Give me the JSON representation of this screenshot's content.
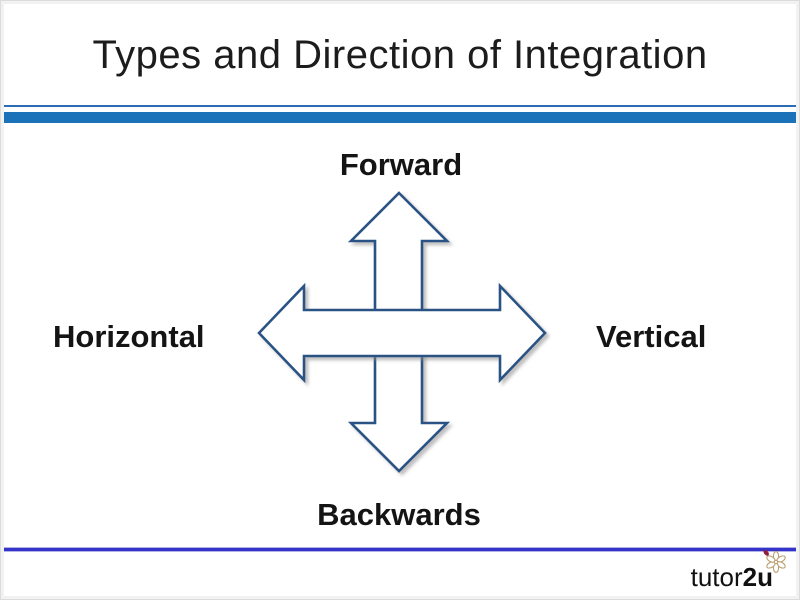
{
  "slide": {
    "title": "Types and Direction of Integration"
  },
  "diagram": {
    "type": "four-way-arrow",
    "labels": {
      "up": "Forward",
      "down": "Backwards",
      "left": "Horizontal",
      "right": "Vertical"
    }
  },
  "footer": {
    "logo": {
      "brand": "tutor",
      "brand_suffix": "2u"
    }
  },
  "colors": {
    "header_accent_line": "#2b6cb4",
    "header_accent_bar": "#1b72b8",
    "footer_line": "#3434cb",
    "arrow_outline": "#2c5385",
    "arrow_fill": "#ffffff",
    "title_text": "#1c1c1c",
    "label_text": "#141414",
    "flower_outline": "#bb9f72",
    "flower_accent": "#8e1f3f"
  }
}
